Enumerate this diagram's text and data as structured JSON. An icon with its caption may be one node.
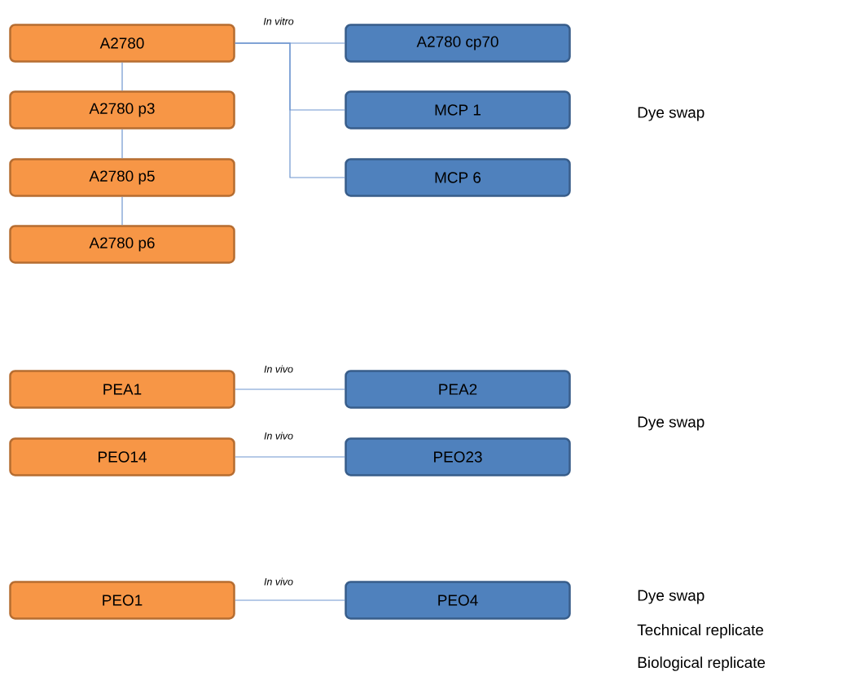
{
  "diagram": {
    "nodes": [
      {
        "text": [
          "A2780"
        ]
      },
      {
        "text": [
          "A2780 cp70"
        ]
      },
      {
        "text": [
          "A2780 p3"
        ]
      },
      {
        "text": [
          "MCP 1"
        ]
      },
      {
        "text": [
          "A2780 p5"
        ]
      },
      {
        "text": [
          "MCP 6"
        ]
      },
      {
        "text": [
          "A2780 p6"
        ]
      },
      {
        "text": [
          "PEA1"
        ]
      },
      {
        "text": [
          "PEA2"
        ]
      },
      {
        "text": [
          "PEO14"
        ]
      },
      {
        "text": [
          "PEO23"
        ]
      },
      {
        "text": [
          "PEO1"
        ]
      },
      {
        "text": [
          "PEO4"
        ]
      }
    ],
    "edges": [
      {
        "from": 0,
        "to": 1,
        "arrow": "none",
        "label": "In vitro"
      },
      {
        "from": 0,
        "to": 3,
        "arrow": "none"
      },
      {
        "from": 0,
        "to": 5,
        "arrow": "none"
      },
      {
        "from": 0,
        "to": 2,
        "arrow": "none"
      },
      {
        "from": 2,
        "to": 4,
        "arrow": "none"
      },
      {
        "from": 4,
        "to": 6,
        "arrow": "none"
      },
      {
        "from": 7,
        "to": 8,
        "arrow": "none",
        "label": "In vivo"
      },
      {
        "from": 9,
        "to": 10,
        "arrow": "none",
        "label": "In vivo"
      },
      {
        "from": 11,
        "to": 12,
        "arrow": "none",
        "label": "In vivo"
      }
    ],
    "labels": [
      "Dye swap",
      "Dye swap",
      "Dye swap",
      "Technical replicate",
      "Biological replicate"
    ]
  }
}
